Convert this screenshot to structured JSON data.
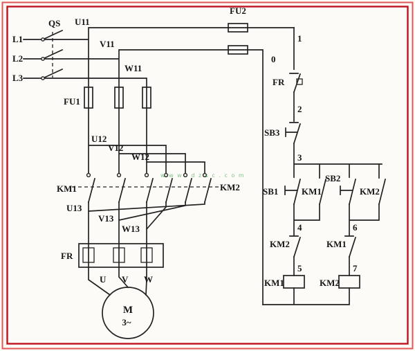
{
  "diagram": {
    "kind": "electrical-schematic",
    "description": "Three-phase motor forward/reverse contactor interlock control circuit",
    "colors": {
      "wire": "#222222",
      "frame_outer": "#e25555",
      "frame_inner": "#c1121f",
      "background": "#fcfbf7",
      "watermark": "#2f9e44"
    },
    "power": {
      "phases": [
        "L1",
        "L2",
        "L3"
      ],
      "qs": "QS",
      "fu1": "FU1",
      "fu2": "FU2",
      "fr": "FR",
      "wires_top": [
        "U11",
        "V11",
        "W11"
      ],
      "wires_mid": [
        "U12",
        "V12",
        "W12"
      ],
      "wires_low": [
        "U13",
        "V13",
        "W13"
      ],
      "km1": "KM1",
      "km2": "KM2",
      "motor_terminals": [
        "U",
        "V",
        "W"
      ],
      "motor": {
        "letter": "M",
        "phases": "3~"
      }
    },
    "control": {
      "nodes": {
        "n0": "0",
        "n1": "1",
        "n2": "2",
        "n3": "3",
        "n4": "4",
        "n5": "5",
        "n6": "6",
        "n7": "7"
      },
      "fr_contact": "FR",
      "sb3": "SB3",
      "sb1": "SB1",
      "km1_aux": "KM1",
      "sb2": "SB2",
      "km2_aux": "KM2",
      "km2_interlock": "KM2",
      "km1_interlock": "KM1",
      "km1_coil": "KM1",
      "km2_coil": "KM2"
    },
    "watermark": "w w w . d z s c . c o m"
  }
}
